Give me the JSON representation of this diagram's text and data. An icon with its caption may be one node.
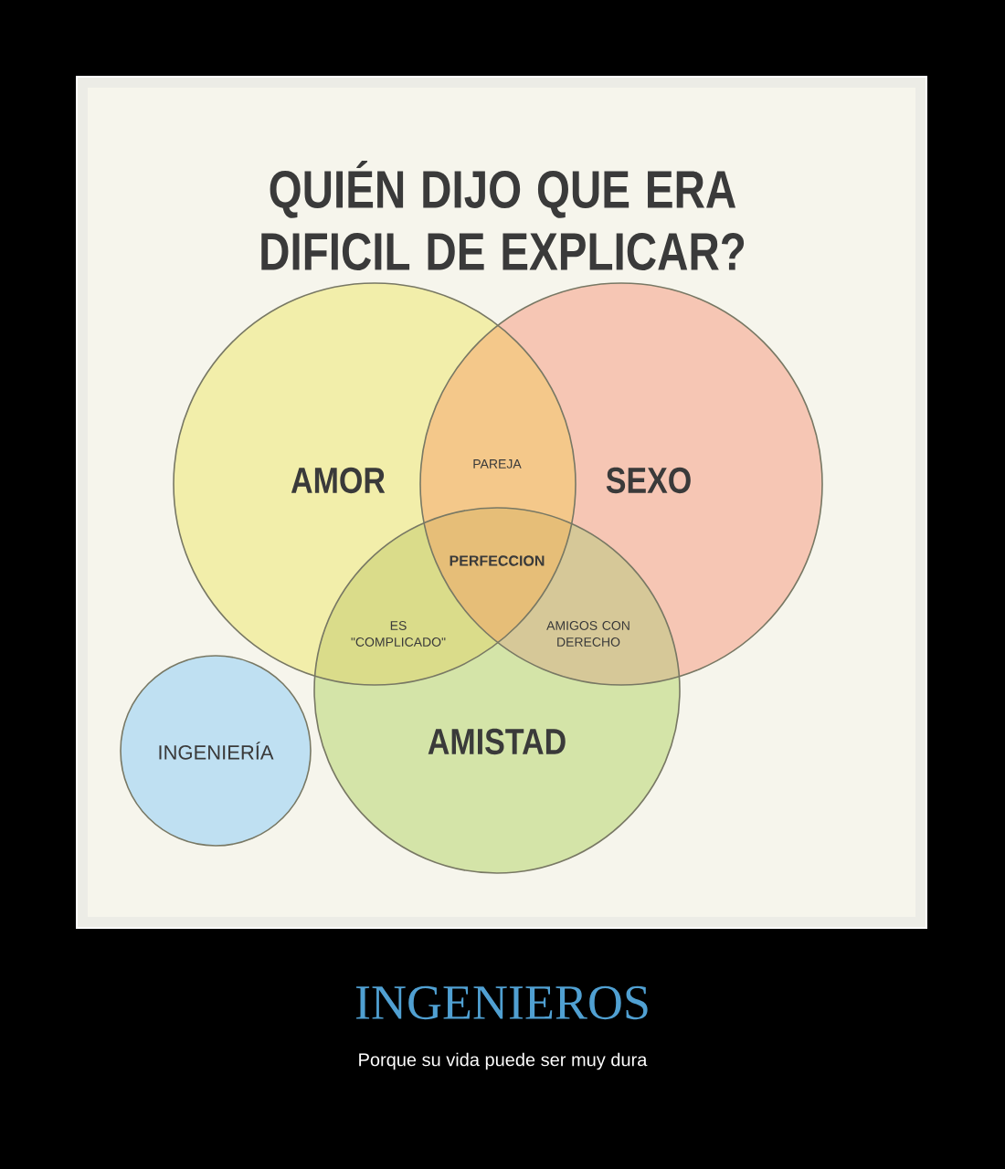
{
  "diagram": {
    "title": "QUIÉN DIJO QUE ERA DIFICIL DE EXPLICAR?",
    "caption": "INGENIEROS",
    "nodes": [
      {
        "text": [
          "AMOR"
        ]
      },
      {
        "text": [
          "SEXO"
        ]
      },
      {
        "text": [
          "AMISTAD"
        ]
      },
      {
        "text": [
          "INGENIERÍA"
        ]
      }
    ],
    "labels": [
      "PAREJA",
      "PERFECCION",
      "ES \"COMPLICADO\"",
      "AMIGOS CON DERECHO",
      "Porque su vida puede ser muy dura"
    ]
  }
}
